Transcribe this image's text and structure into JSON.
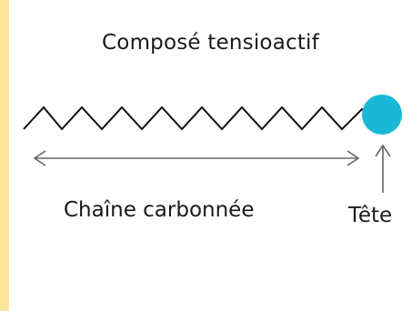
{
  "diagram": {
    "title": "Composé tensioactif",
    "chain_label": "Chaîne carbonnée",
    "head_label": "Tête"
  },
  "colors": {
    "background_border": "#fbe59a",
    "panel": "#ffffff",
    "head": "#1ab8d6",
    "chain_line": "#111111",
    "arrow_line": "#666666",
    "text": "#1a1a1a"
  }
}
